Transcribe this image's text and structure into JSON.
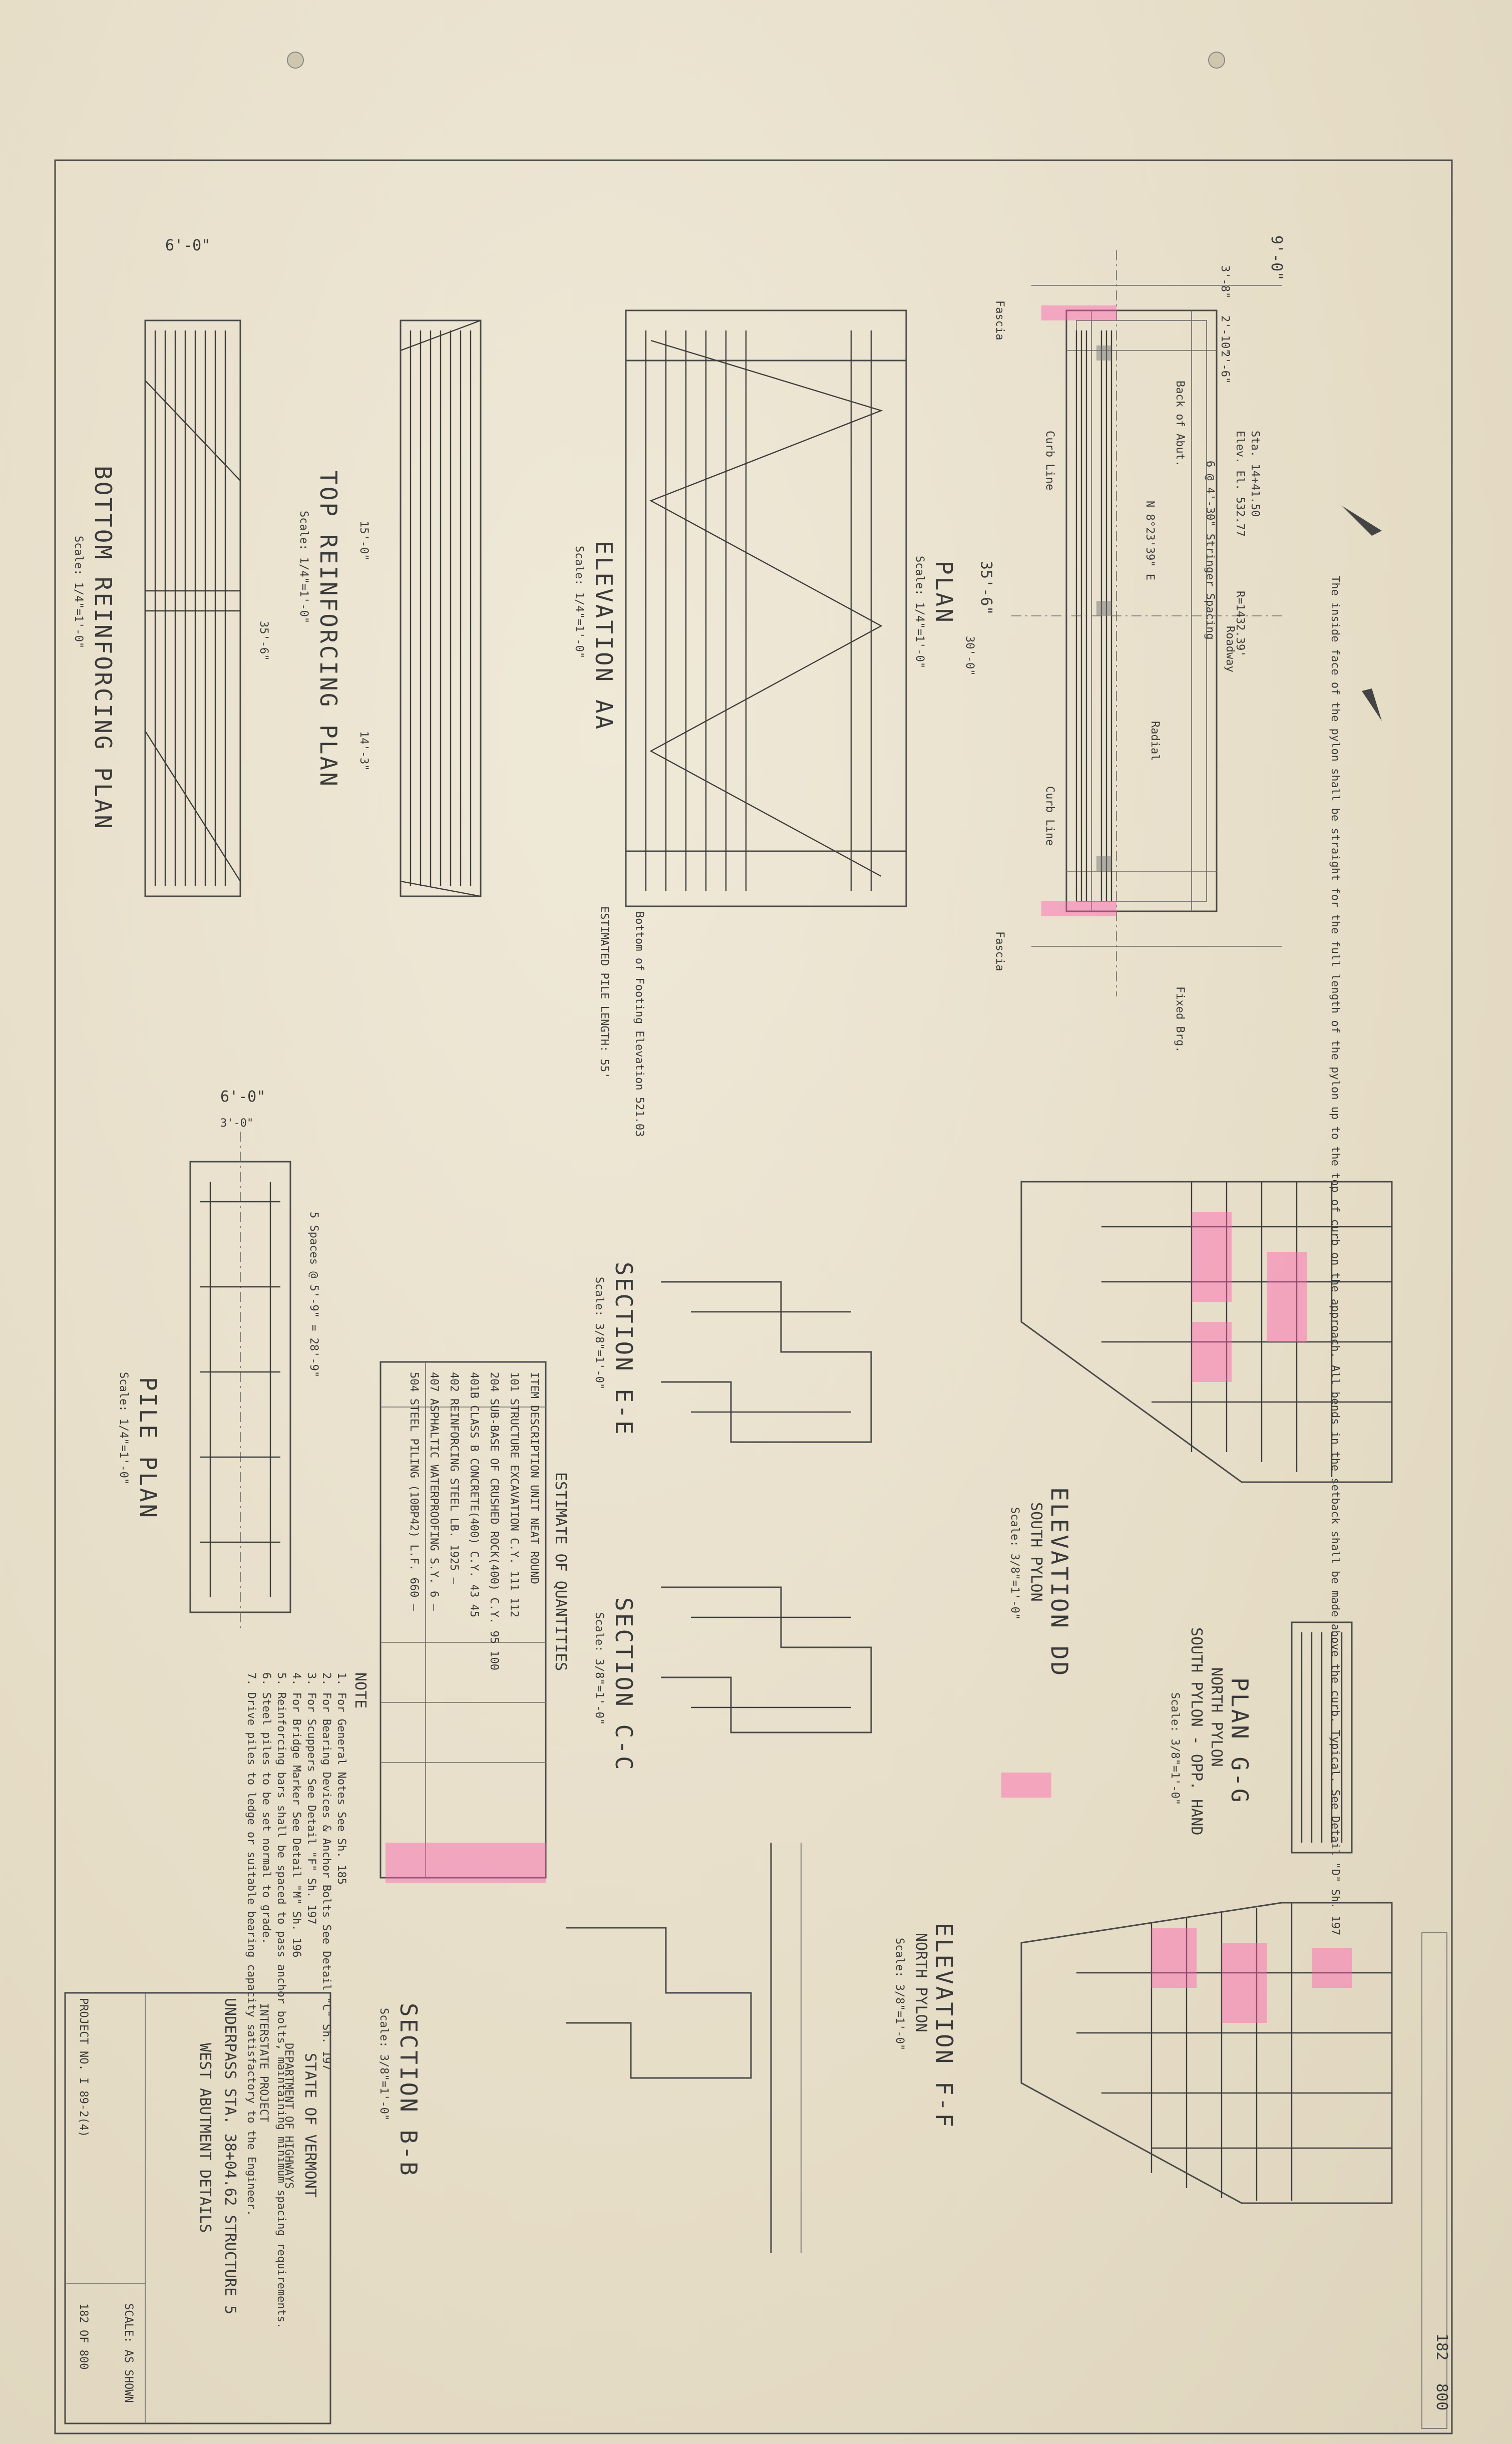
{
  "sheet": {
    "sheet_number": "800",
    "page_code": "182"
  },
  "views": {
    "plan": {
      "title": "PLAN",
      "scale": "Scale: 1/4\"=1'-0\""
    },
    "elevation_aa": {
      "title": "ELEVATION AA",
      "scale": "Scale: 1/4\"=1'-0\""
    },
    "top_reinforcing": {
      "title": "TOP REINFORCING PLAN",
      "scale": "Scale: 1/4\"=1'-0\""
    },
    "bottom_reinforcing": {
      "title": "BOTTOM REINFORCING PLAN",
      "scale": "Scale: 1/4\"=1'-0\""
    },
    "pile_plan": {
      "title": "PILE PLAN",
      "scale": "Scale: 1/4\"=1'-0\""
    },
    "section_ee": {
      "title": "SECTION E-E",
      "scale": "Scale: 3/8\"=1'-0\""
    },
    "section_cc": {
      "title": "SECTION C-C",
      "scale": "Scale: 3/8\"=1'-0\""
    },
    "section_bb": {
      "title": "SECTION B-B",
      "scale": "Scale: 3/8\"=1'-0\""
    },
    "elevation_dd": {
      "title": "ELEVATION DD",
      "subtitle": "SOUTH PYLON",
      "scale": "Scale: 3/8\"=1'-0\""
    },
    "plan_gg": {
      "title": "PLAN G-G",
      "subtitle": "NORTH PYLON",
      "subtitle2": "SOUTH PYLON - OPP. HAND",
      "scale": "Scale: 3/8\"=1'-0\""
    },
    "elevation_ff": {
      "title": "ELEVATION F-F",
      "subtitle": "NORTH PYLON",
      "scale": "Scale: 3/8\"=1'-0\""
    }
  },
  "plan_notes": {
    "pylon_note": "The inside face of the pylon shall be straight for the full length of the pylon up to the top of curb on the approach. All bends in the setback shall be made above the curb. Typical. See Detail \"D\" Sh. 197",
    "station": "Sta. 14+41.50",
    "elev": "Elev. El. 532.77",
    "back_of_abut": "Back of Abut.",
    "curb_line": "Curb Line",
    "fascia": "Fascia",
    "roadway": "Roadway",
    "radial": "Radial",
    "fixed_brg": "Fixed Brg.",
    "bearing": "N 8°23'39\" E",
    "radius": "R=1432.39'",
    "stringer_spacing": "6 @ 4'-30\" Stringer Spacing"
  },
  "dimensions": {
    "top_width": "9'-0\"",
    "dim_1": "3'-8\"",
    "dim_2": "2'-10\"",
    "dim_3": "2'-6\"",
    "length": "35'-6\"",
    "half": "30'-0\"",
    "left": "15'-0\"",
    "right": "14'-3\"",
    "six": "6'-0\"",
    "pile_grid": "3'-0\"",
    "pile_spacing": "5 Spaces @ 5'-9\" = 28'-9\""
  },
  "elevation_aa_notes": {
    "bottom_of_footing": "Bottom of Footing Elevation 521.03",
    "pile_length": "ESTIMATED PILE LENGTH: 55'"
  },
  "quantities": {
    "title": "ESTIMATE OF QUANTITIES",
    "headers": [
      "ITEM",
      "DESCRIPTION",
      "UNIT",
      "NEAT",
      "ROUND"
    ],
    "rows": [
      [
        "101",
        "STRUCTURE EXCAVATION",
        "C.Y.",
        "111",
        "112"
      ],
      [
        "204",
        "SUB-BASE OF CRUSHED ROCK(400)",
        "C.Y.",
        "95",
        "100"
      ],
      [
        "401B",
        "CLASS B CONCRETE(400)",
        "C.Y.",
        "43",
        "45"
      ],
      [
        "402",
        "REINFORCING STEEL",
        "LB.",
        "1925",
        "—"
      ],
      [
        "407",
        "ASPHALTIC WATERPROOFING",
        "S.Y.",
        "6",
        "—"
      ],
      [
        "504",
        "STEEL PILING (10BP42)",
        "L.F.",
        "660",
        "—"
      ]
    ]
  },
  "notes": {
    "title": "NOTE",
    "items": [
      "1. For General Notes See Sh. 185",
      "2. For Bearing Devices & Anchor Bolts See Detail \"C\" Sh. 197",
      "3. For Scuppers See Detail \"F\" Sh. 197",
      "4. For Bridge Marker See Detail \"M\" Sh. 196",
      "5. Reinforcing bars shall be spaced to pass anchor bolts, maintaining minimum spacing requirements.",
      "6. Steel piles to be set normal to grade.",
      "7. Drive piles to ledge or suitable bearing capacity satisfactory to the Engineer."
    ]
  },
  "title_block": {
    "state": "STATE OF VERMONT",
    "department": "DEPARTMENT OF HIGHWAYS",
    "project_line": "INTERSTATE PROJECT",
    "structure": "UNDERPASS STA. 38+04.62 STRUCTURE 5",
    "drawing_title": "WEST ABUTMENT DETAILS",
    "project_no": "PROJECT NO. I 89-2(4)",
    "sheet": "182 OF 800",
    "scale": "SCALE: AS SHOWN"
  }
}
